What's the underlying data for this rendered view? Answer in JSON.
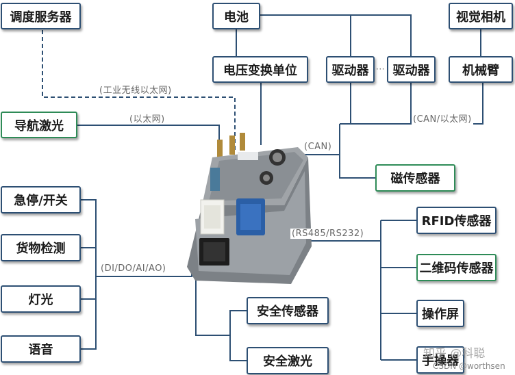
{
  "boxes": {
    "dispatch_server": "调度服务器",
    "battery": "电池",
    "vision_camera": "视觉相机",
    "voltage_converter": "电压变换单位",
    "driver_1": "驱动器",
    "driver_ellipsis": "···",
    "driver_2": "驱动器",
    "robot_arm": "机械臂",
    "nav_laser": "导航激光",
    "magnetic_sensor": "磁传感器",
    "estop_switch": "急停/开关",
    "cargo_detect": "货物检测",
    "light": "灯光",
    "voice": "语音",
    "rfid_sensor": "RFID传感器",
    "qr_sensor": "二维码传感器",
    "touchscreen": "操作屏",
    "handheld": "手操器",
    "safety_sensor": "安全传感器",
    "safety_laser": "安全激光"
  },
  "labels": {
    "industrial_wireless": "(工业无线以太网)",
    "ethernet": "(以太网)",
    "can_ethernet": "(CAN/以太网)",
    "can": "(CAN)",
    "rs485": "(RS485/RS232)",
    "dido": "(DI/DO/AI/AO)"
  },
  "watermark": {
    "site": "知乎 @科聪",
    "csdn": "CSDN @worthsen"
  },
  "colors": {
    "line": "#2d4f73",
    "box_border": "#2d4f73",
    "green_border": "#2e8b57",
    "label_text": "#666666"
  }
}
